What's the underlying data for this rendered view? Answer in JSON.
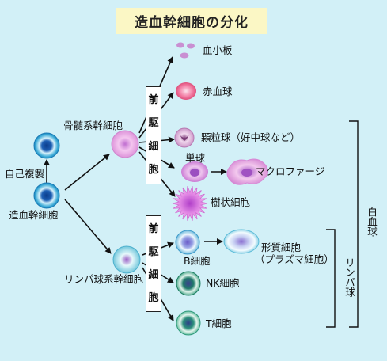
{
  "title": "造血幹細胞の分化",
  "labels": {
    "hsc": "造血幹細胞",
    "self_renewal": "自己複製",
    "myeloid_stem": "骨髄系幹細胞",
    "lymphoid_stem": "リンパ球系幹細胞",
    "platelet": "血小板",
    "rbc": "赤血球",
    "granulocyte": "顆粒球（好中球など）",
    "monocyte": "単球",
    "macrophage": "マクロファージ",
    "dendritic": "樹状細胞",
    "bcell": "B細胞",
    "plasma1": "形質細胞",
    "plasma2": "（プラズマ細胞）",
    "nk": "NK細胞",
    "tcell": "T細胞",
    "wbc": "白血球",
    "lymphocyte": "リンパ球"
  },
  "precursor_box_chars": [
    "前",
    "駆",
    "細",
    "胞"
  ],
  "colors": {
    "background": "#d2f0f7",
    "title_bg": "#fbf7c5",
    "stem_blue": "#2b8fc4",
    "myeloid_pink": "#e7a8e2",
    "rbc_pink": "#f27aa2",
    "nk_green": "#2f9c7a"
  }
}
